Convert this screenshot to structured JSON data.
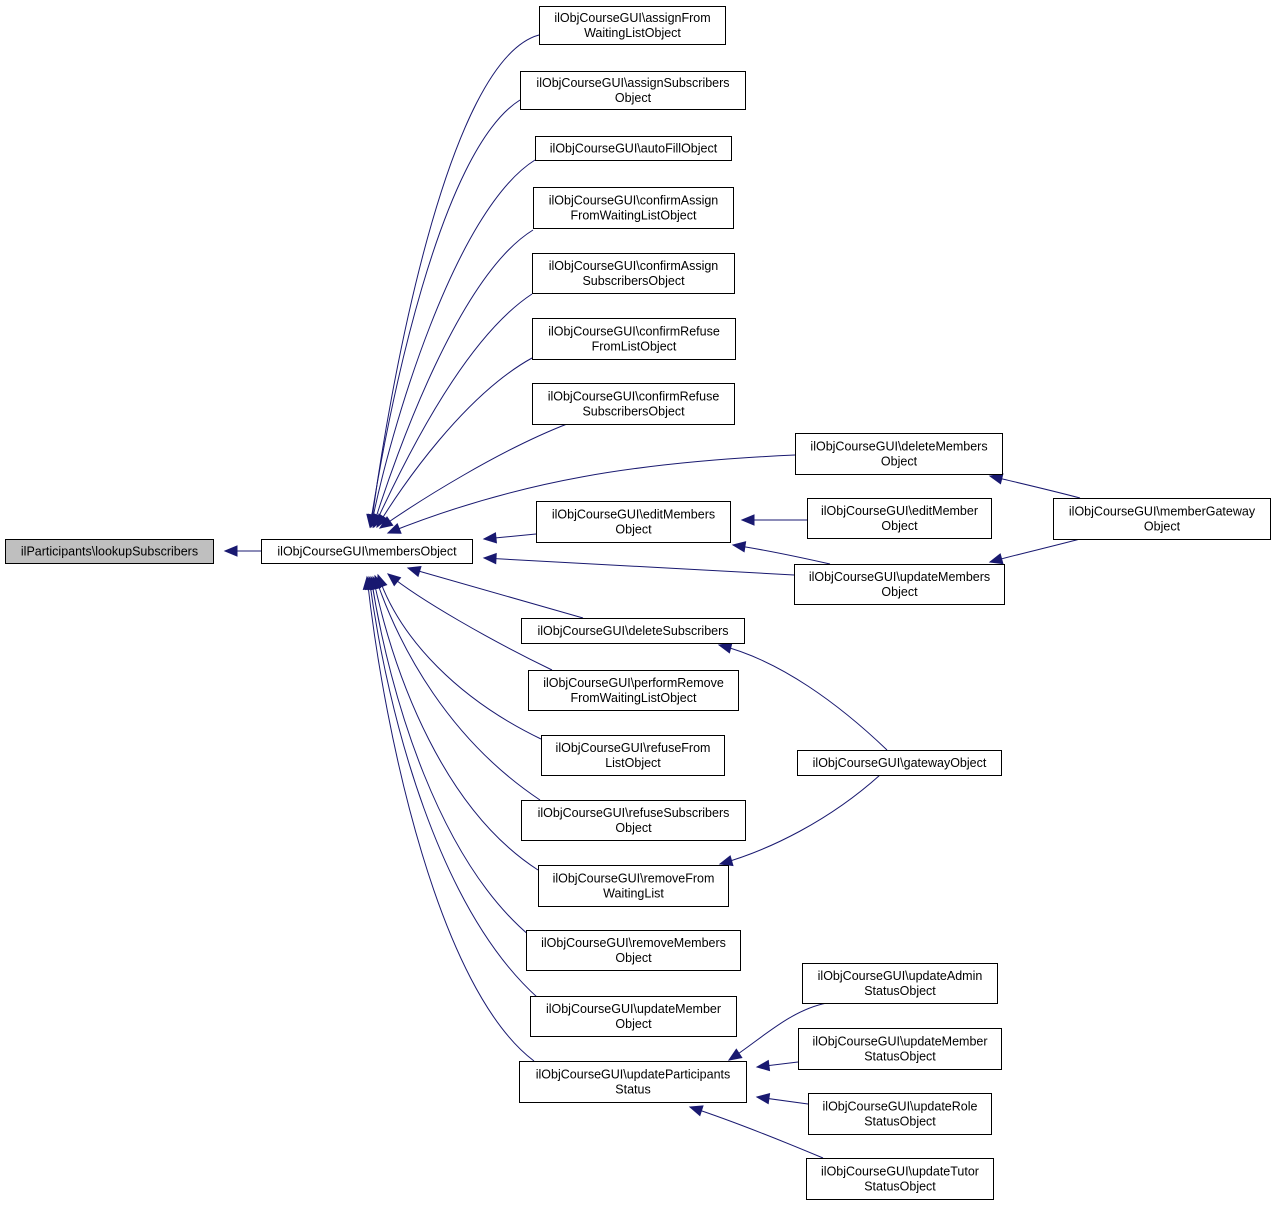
{
  "diagram": {
    "type": "call-graph",
    "nodes": [
      {
        "id": "lookup",
        "lines": [
          "ilParticipants\\lookupSubscribers"
        ],
        "root": true
      },
      {
        "id": "members",
        "lines": [
          "ilObjCourseGUI\\membersObject"
        ]
      },
      {
        "id": "assignFromWL",
        "lines": [
          "ilObjCourseGUI\\assignFrom",
          "WaitingListObject"
        ]
      },
      {
        "id": "assignSubs",
        "lines": [
          "ilObjCourseGUI\\assignSubscribers",
          "Object"
        ]
      },
      {
        "id": "autoFill",
        "lines": [
          "ilObjCourseGUI\\autoFillObject"
        ]
      },
      {
        "id": "confirmAssignWL",
        "lines": [
          "ilObjCourseGUI\\confirmAssign",
          "FromWaitingListObject"
        ]
      },
      {
        "id": "confirmAssignSubs",
        "lines": [
          "ilObjCourseGUI\\confirmAssign",
          "SubscribersObject"
        ]
      },
      {
        "id": "confirmRefuseList",
        "lines": [
          "ilObjCourseGUI\\confirmRefuse",
          "FromListObject"
        ]
      },
      {
        "id": "confirmRefuseSubs",
        "lines": [
          "ilObjCourseGUI\\confirmRefuse",
          "SubscribersObject"
        ]
      },
      {
        "id": "deleteMembers",
        "lines": [
          "ilObjCourseGUI\\deleteMembers",
          "Object"
        ]
      },
      {
        "id": "editMembers",
        "lines": [
          "ilObjCourseGUI\\editMembers",
          "Object"
        ]
      },
      {
        "id": "editMember",
        "lines": [
          "ilObjCourseGUI\\editMember",
          "Object"
        ]
      },
      {
        "id": "memberGateway",
        "lines": [
          "ilObjCourseGUI\\memberGateway",
          "Object"
        ]
      },
      {
        "id": "updateMembers",
        "lines": [
          "ilObjCourseGUI\\updateMembers",
          "Object"
        ]
      },
      {
        "id": "deleteSubs",
        "lines": [
          "ilObjCourseGUI\\deleteSubscribers"
        ]
      },
      {
        "id": "performRemove",
        "lines": [
          "ilObjCourseGUI\\performRemove",
          "FromWaitingListObject"
        ]
      },
      {
        "id": "refuseFromList",
        "lines": [
          "ilObjCourseGUI\\refuseFrom",
          "ListObject"
        ]
      },
      {
        "id": "gateway",
        "lines": [
          "ilObjCourseGUI\\gatewayObject"
        ]
      },
      {
        "id": "refuseSubs",
        "lines": [
          "ilObjCourseGUI\\refuseSubscribers",
          "Object"
        ]
      },
      {
        "id": "removeFromWL",
        "lines": [
          "ilObjCourseGUI\\removeFrom",
          "WaitingList"
        ]
      },
      {
        "id": "removeMembers",
        "lines": [
          "ilObjCourseGUI\\removeMembers",
          "Object"
        ]
      },
      {
        "id": "updateAdmin",
        "lines": [
          "ilObjCourseGUI\\updateAdmin",
          "StatusObject"
        ]
      },
      {
        "id": "updateMember",
        "lines": [
          "ilObjCourseGUI\\updateMember",
          "Object"
        ]
      },
      {
        "id": "updateMemberStatus",
        "lines": [
          "ilObjCourseGUI\\updateMember",
          "StatusObject"
        ]
      },
      {
        "id": "updateParticipants",
        "lines": [
          "ilObjCourseGUI\\updateParticipants",
          "Status"
        ]
      },
      {
        "id": "updateRole",
        "lines": [
          "ilObjCourseGUI\\updateRole",
          "StatusObject"
        ]
      },
      {
        "id": "updateTutor",
        "lines": [
          "ilObjCourseGUI\\updateTutor",
          "StatusObject"
        ]
      }
    ],
    "edges": [
      {
        "from": "members",
        "to": "lookup"
      },
      {
        "from": "assignFromWL",
        "to": "members"
      },
      {
        "from": "assignSubs",
        "to": "members"
      },
      {
        "from": "autoFill",
        "to": "members"
      },
      {
        "from": "confirmAssignWL",
        "to": "members"
      },
      {
        "from": "confirmAssignSubs",
        "to": "members"
      },
      {
        "from": "confirmRefuseList",
        "to": "members"
      },
      {
        "from": "confirmRefuseSubs",
        "to": "members"
      },
      {
        "from": "deleteMembers",
        "to": "members"
      },
      {
        "from": "editMembers",
        "to": "members"
      },
      {
        "from": "updateMembers",
        "to": "members"
      },
      {
        "from": "deleteSubs",
        "to": "members"
      },
      {
        "from": "performRemove",
        "to": "members"
      },
      {
        "from": "refuseFromList",
        "to": "members"
      },
      {
        "from": "refuseSubs",
        "to": "members"
      },
      {
        "from": "removeFromWL",
        "to": "members"
      },
      {
        "from": "removeMembers",
        "to": "members"
      },
      {
        "from": "updateMember",
        "to": "members"
      },
      {
        "from": "updateParticipants",
        "to": "members"
      },
      {
        "from": "editMember",
        "to": "editMembers"
      },
      {
        "from": "updateMembers",
        "to": "editMembers"
      },
      {
        "from": "memberGateway",
        "to": "deleteMembers"
      },
      {
        "from": "memberGateway",
        "to": "updateMembers"
      },
      {
        "from": "gateway",
        "to": "deleteSubs"
      },
      {
        "from": "gateway",
        "to": "removeFromWL"
      },
      {
        "from": "updateAdmin",
        "to": "updateParticipants"
      },
      {
        "from": "updateMemberStatus",
        "to": "updateParticipants"
      },
      {
        "from": "updateRole",
        "to": "updateParticipants"
      },
      {
        "from": "updateTutor",
        "to": "updateParticipants"
      }
    ]
  }
}
